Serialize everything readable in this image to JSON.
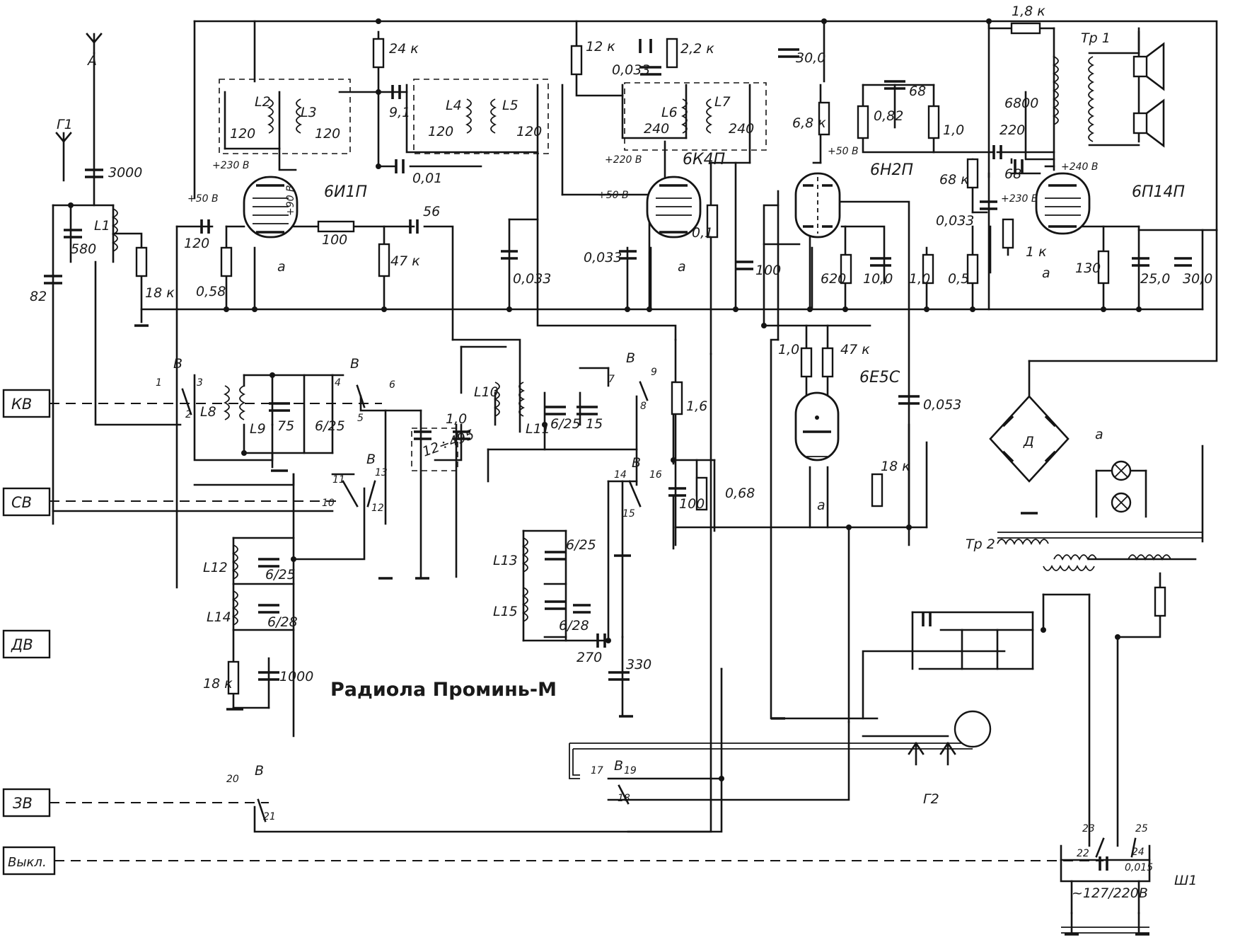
{
  "title": "Радиола Проминь-М",
  "band_switch_labels": [
    "КВ",
    "СВ",
    "ДВ",
    "ЗВ",
    "Выкл."
  ],
  "tubes": [
    "6И1П",
    "6К4П",
    "6Н2П",
    "6П14П",
    "6Е5С"
  ],
  "resistors": [
    "24 к",
    "12 к",
    "2,2 к",
    "1,8 к",
    "0,58",
    "100",
    "47 к",
    "18 к",
    "0,1",
    "6,8 к",
    "0,82",
    "1,0",
    "68 к",
    "620",
    "1,6",
    "0,68",
    "47 к",
    "1,0",
    "0,5",
    "1 к",
    "130",
    "18 к",
    "1,0"
  ],
  "capacitors": [
    "3000",
    "580",
    "82",
    "120",
    "120",
    "120",
    "9,1",
    "120",
    "120",
    "0,01",
    "56",
    "0,033",
    "240",
    "240",
    "0,033",
    "0,033",
    "100",
    "30,0",
    "68",
    "6800",
    "220",
    "68",
    "0,033",
    "10,0",
    "25,0",
    "30,0",
    "75",
    "6/25",
    "12÷495",
    "1,0",
    "6/25",
    "15",
    "100",
    "6/25",
    "6/28",
    "6/25",
    "6/28",
    "1000",
    "270",
    "330",
    "0,053",
    "0,015"
  ],
  "coils": [
    "L1",
    "L2",
    "L3",
    "L4",
    "L5",
    "L6",
    "L7",
    "L8",
    "L9",
    "L10",
    "L11",
    "L12",
    "L13",
    "L14",
    "L15"
  ],
  "misc_labels": [
    "Г1",
    "А",
    "Г2",
    "Тр 1",
    "Тр 2",
    "Д",
    "Ш1",
    "~127/220В",
    "а",
    "В"
  ],
  "voltages": [
    "+230 В",
    "+50 В",
    "+90 В",
    "+220 В",
    "+50 В",
    "+50 В",
    "+240 В",
    "+230 В"
  ],
  "pins": [
    "1",
    "2",
    "3",
    "4",
    "5",
    "6",
    "7",
    "8",
    "9",
    "10",
    "11",
    "12",
    "13",
    "14",
    "15",
    "16",
    "17",
    "18",
    "19",
    "20",
    "21",
    "22",
    "23",
    "24",
    "25"
  ]
}
